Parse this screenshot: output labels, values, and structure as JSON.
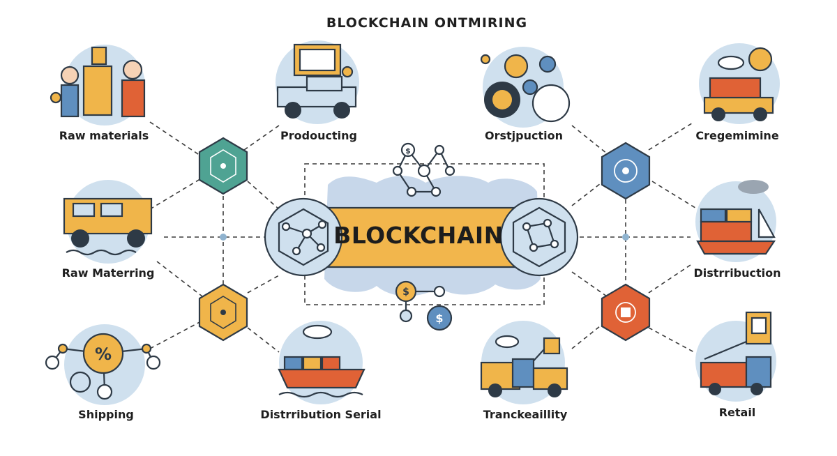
{
  "title": "BLOCKCHAIN ONTMIRING",
  "hub": {
    "label": "BLOCKCHAIN"
  },
  "nodes": [
    {
      "id": "raw-materials",
      "label": "Raw materials"
    },
    {
      "id": "producting",
      "label": "Prodoucting"
    },
    {
      "id": "orstjpuction",
      "label": "Orstjpuction"
    },
    {
      "id": "cregemimine",
      "label": "Cregemimine"
    },
    {
      "id": "raw-materring",
      "label": "Raw Materring"
    },
    {
      "id": "distribution",
      "label": "Distrribuction"
    },
    {
      "id": "shipping",
      "label": "Shipping"
    },
    {
      "id": "distribution-serial",
      "label": "Distrribution Serial"
    },
    {
      "id": "tranckeaillity",
      "label": "Tranckeaillity"
    },
    {
      "id": "retail",
      "label": "Retail"
    }
  ],
  "icons": {
    "hub_currency": "$"
  },
  "colors": {
    "outline": "#2e3a46",
    "circle_bg": "#cfe0ee",
    "hub_orange": "#f2b64c",
    "teal": "#4fa393",
    "orange": "#f0b54a",
    "red": "#e06236",
    "blue": "#5f8fbf",
    "cloud": "#c7d7ea"
  }
}
